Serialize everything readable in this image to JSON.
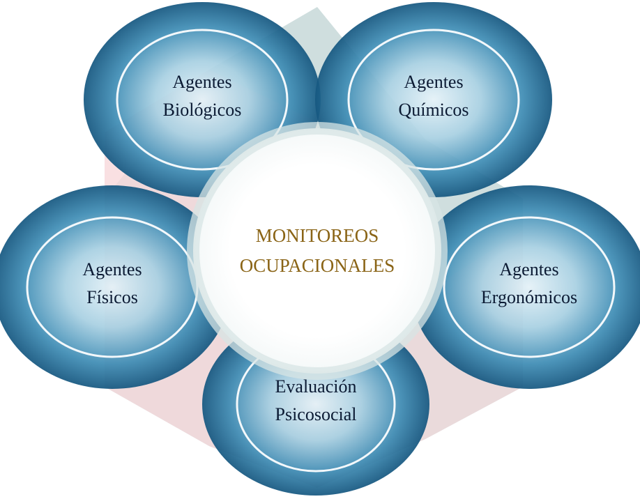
{
  "diagram": {
    "center": {
      "lines": [
        "MONITOREOS",
        "OCUPACIONALES"
      ],
      "color": "#8a6416"
    },
    "nodes": [
      {
        "id": "biologicos",
        "lines": [
          "Agentes",
          "Biológicos"
        ]
      },
      {
        "id": "quimicos",
        "lines": [
          "Agentes",
          "Químicos"
        ]
      },
      {
        "id": "ergonomicos",
        "lines": [
          "Agentes",
          "Ergonómicos"
        ]
      },
      {
        "id": "psicosocial",
        "lines": [
          "Evaluación",
          "Psicosocial"
        ]
      },
      {
        "id": "fisicos",
        "lines": [
          "Agentes",
          "Físicos"
        ]
      }
    ],
    "colors": {
      "node_dark": "#0f4f78",
      "node_mid": "#3f8db5",
      "node_light": "#d9ecf4",
      "node_text": "#0b1a33",
      "ring": "#f3f8fb",
      "backdrop_teal": "#a9c4c4",
      "backdrop_pink": "#f0b9bd"
    }
  }
}
